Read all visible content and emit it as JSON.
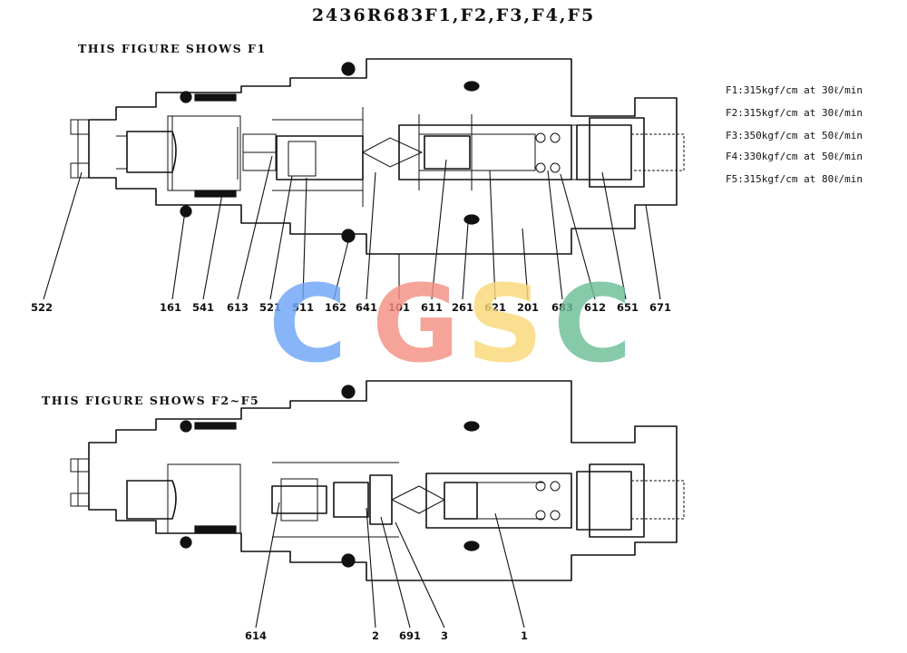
{
  "title": "2436R683F1,F2,F3,F4,F5",
  "figure1": {
    "caption": "THIS FIGURE SHOWS F1",
    "parts": [
      "522",
      "161",
      "541",
      "613",
      "521",
      "511",
      "162",
      "641",
      "101",
      "611",
      "261",
      "621",
      "201",
      "683",
      "612",
      "651",
      "671"
    ]
  },
  "figure2": {
    "caption": "THIS FIGURE SHOWS F2~F5",
    "parts": [
      "614",
      "2",
      "691",
      "3",
      "1"
    ]
  },
  "specs": [
    "F1:315kgf/cm  at 30ℓ/min",
    "F2:315kgf/cm  at 30ℓ/min",
    "F3:350kgf/cm  at 50ℓ/min",
    "F4:330kgf/cm  at 50ℓ/min",
    "F5:315kgf/cm  at 80ℓ/min"
  ],
  "watermark": {
    "letters": [
      "C",
      "G",
      "S",
      "C"
    ],
    "colors": [
      "#6fa5f7",
      "#f58f85",
      "#fad87a",
      "#6dbf98"
    ]
  }
}
